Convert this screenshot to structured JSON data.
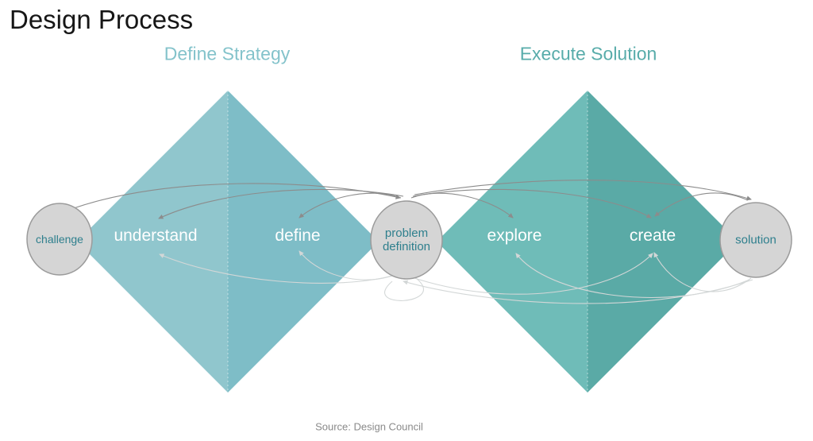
{
  "title": "Design Process",
  "source": "Source: Design Council",
  "phases": {
    "left": {
      "label": "Define Strategy",
      "color": "#84c3cb"
    },
    "right": {
      "label": "Execute Solution",
      "color": "#58acaa"
    }
  },
  "diamonds": {
    "left": {
      "left_fill": "#90c6cd",
      "right_fill": "#7ebdc7",
      "stages": [
        {
          "label": "understand"
        },
        {
          "label": "define"
        }
      ]
    },
    "right": {
      "left_fill": "#6fbcb8",
      "right_fill": "#5aaaa6",
      "stages": [
        {
          "label": "explore"
        },
        {
          "label": "create"
        }
      ]
    }
  },
  "nodes": {
    "challenge": {
      "label": "challenge"
    },
    "problem_definition": {
      "label": "problem definition"
    },
    "solution": {
      "label": "solution"
    }
  },
  "node_style": {
    "fill": "#d5d5d5",
    "border": "#9b9b9b",
    "text_color": "#2e7f8d"
  },
  "arrows": {
    "forward_color": "#8c8c8c",
    "backward_color": "#d3d7d7"
  }
}
